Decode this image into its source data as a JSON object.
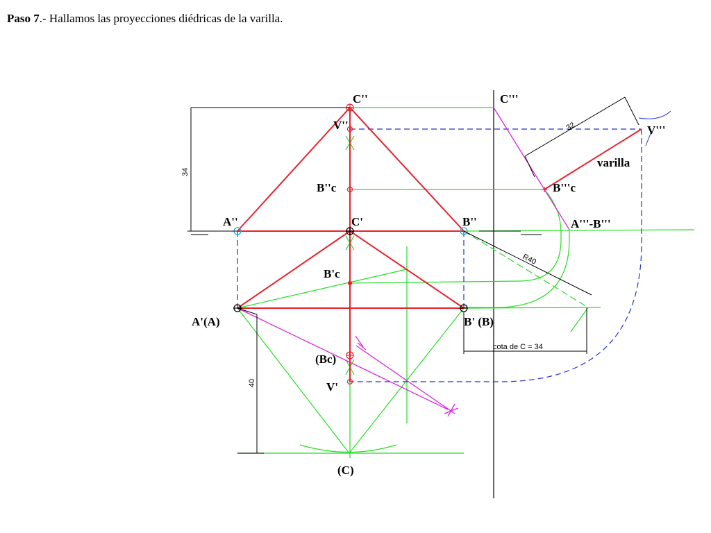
{
  "header": {
    "step": "Paso 7",
    "text": ".- Hallamos las proyecciones diédricas  de la varilla."
  },
  "colors": {
    "red": "#e8202a",
    "green": "#22dd22",
    "blue": "#2233cc",
    "magenta": "#dd22dd",
    "black": "#000000",
    "cyan": "#22a8e0"
  },
  "labels": {
    "c2": "C''",
    "v2": "V''",
    "b2c": "B''c",
    "a2": "A''",
    "c1": "C'",
    "b2": "B''",
    "b1c": "B'c",
    "a1": "A'(A)",
    "b1": "B' (B)",
    "bc": "(Bc)",
    "v1": "V'",
    "c0": "(C)",
    "c3": "C'''",
    "v3": "V'''",
    "varilla": "varilla",
    "b3c": "B'''c",
    "a3b3": "A'''-B'''"
  },
  "dimensions": {
    "d34": "34",
    "d40": "40",
    "d32": "32",
    "r40": "R40",
    "cota": "cota de C = 34"
  }
}
